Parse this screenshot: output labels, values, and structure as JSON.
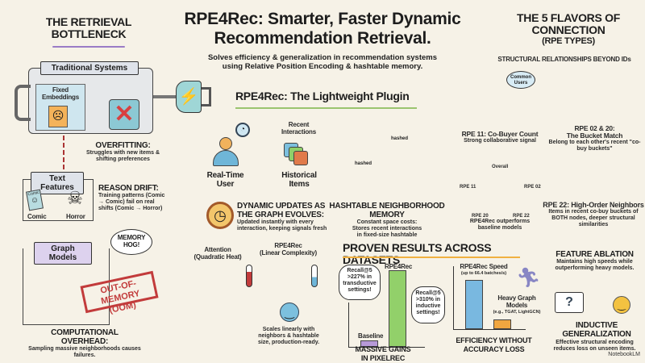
{
  "header": {
    "title_line1": "RPE4Rec: Smarter, Faster Dynamic",
    "title_line2": "Recommendation Retrieval.",
    "subtitle_line1": "Solves efficiency & generalization in recommendation systems",
    "subtitle_line2": "using Relative Position Encoding & hashtable memory."
  },
  "bottleneck": {
    "title_line1": "THE RETRIEVAL",
    "title_line2": "BOTTLENECK",
    "traditional_label": "Traditional Systems",
    "fixed_embeddings": "Fixed Embeddings",
    "overfitting_title": "OVERFITTING:",
    "overfitting_text": "Struggles with new items & shifting preferences",
    "text_features_label": "Text Features",
    "comic_book_text": "Comic",
    "comic_label": "Comic",
    "horror_label": "Horror",
    "reason_drift_title": "REASON DRIFT:",
    "reason_drift_text": "Training patterns (Comic → Comic) fail on real shifts (Comic → Horror)",
    "graph_models_label": "Graph Models",
    "memory_hog": "MEMORY HOG!",
    "oom_stamp_line1": "OUT-OF-MEMORY",
    "oom_stamp_line2": "(OOM)",
    "overhead_title": "COMPUTATIONAL OVERHEAD:",
    "overhead_text": "Sampling massive neighborhoods causes failures."
  },
  "plugin": {
    "title": "RPE4Rec: The Lightweight Plugin",
    "user_label": "Real-Time User",
    "recent_label": "Recent Interactions",
    "historical_label": "Historical Items",
    "hashed_1": "hashed",
    "hashed_2": "hashed",
    "dynamic_title": "DYNAMIC UPDATES AS THE GRAPH EVOLVES:",
    "dynamic_text": "Updated instantly with every interaction, keeping signals fresh",
    "hashtable_title": "HASHTABLE NEIGHBORHOOD MEMORY",
    "hashtable_text1": "Constant space costs:",
    "hashtable_text2": "Stores recent interactions in fixed-size hashtable",
    "attention_label": "Attention",
    "attention_sub": "(Quadratic Heat)",
    "rpe_label": "RPE4Rec",
    "rpe_sub": "(Linear Complexity)",
    "scales_text": "Scales linearly with neighbors & hashtable size, production-ready."
  },
  "flavors": {
    "title_line1": "THE 5 FLAVORS OF",
    "title_line2": "CONNECTION",
    "title_line3": "(RPE TYPES)",
    "subtitle": "STRUCTURAL RELATIONSHIPS BEYOND IDs",
    "common_users": "Common Users",
    "rpe11_title": "RPE 11: Co-Buyer Count",
    "rpe11_text": "Strong collaborative signal",
    "rpe0220_title_line1": "RPE 02 & 20:",
    "rpe0220_title_line2": "The Bucket Match",
    "rpe0220_text": "Belong to each other's recent \"co-buy buckets\"",
    "radar_labels": [
      "Overall",
      "RPE 02",
      "RPE 22",
      "RPE 20",
      "RPE 11"
    ],
    "radar_caption": "RPE4Rec outperforms baseline models",
    "rpe22_title": "RPE 22: High-Order Neighbors",
    "rpe22_text": "Items in recent co-buy buckets of BOTH nodes, deeper structural similarities"
  },
  "results": {
    "title": "PROVEN RESULTS ACROSS DATASETS",
    "gains_bar_label": "RPE4Rec",
    "baseline_label": "Baseline",
    "callout_transductive": "Recall@5 >227% in transductive settings!",
    "callout_inductive": "Recall@5 >310% in inductive settings!",
    "gains_caption_line1": "MASSIVE GAINS",
    "gains_caption_line2": "IN PIXELREC",
    "speed_label": "RPE4Rec Speed",
    "speed_sub": "(up to 66.4 batches/s)",
    "heavy_label": "Heavy Graph Models",
    "heavy_sub": "(e.g., TGAT, LightGCN)",
    "efficiency_caption_line1": "EFFICIENCY WITHOUT",
    "efficiency_caption_line2": "ACCURACY LOSS",
    "ablation_title": "FEATURE ABLATION",
    "ablation_text": "Maintains high speeds while outperforming heavy models.",
    "inductive_title_line1": "INDUCTIVE",
    "inductive_title_line2": "GENERALIZATION",
    "inductive_text": "Effective structural encoding reduces loss on unseen items."
  },
  "watermark": "NotebookLM",
  "colors": {
    "background": "#f6f2e7",
    "blue": "#6fb6d8",
    "green": "#8fcf6a",
    "purple": "#a98ad6",
    "orange": "#f0a640",
    "red": "#c23b3b"
  }
}
